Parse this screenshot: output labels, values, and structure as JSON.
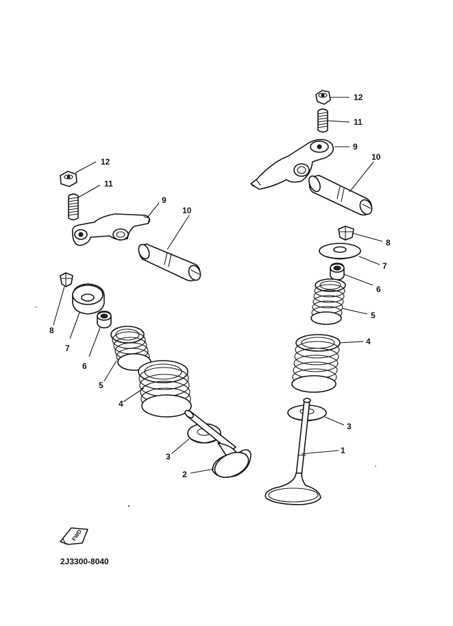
{
  "diagram": {
    "part_code": "2J3300-8040",
    "fwd_label": "FWD",
    "callouts": {
      "left": [
        "12",
        "11",
        "9",
        "10",
        "8",
        "7",
        "6",
        "5",
        "4",
        "3",
        "2"
      ],
      "right": [
        "12",
        "11",
        "9",
        "10",
        "8",
        "7",
        "6",
        "5",
        "4",
        "3",
        "1"
      ]
    },
    "parts": [
      {
        "number": "1",
        "name": "exhaust-valve"
      },
      {
        "number": "2",
        "name": "intake-valve"
      },
      {
        "number": "3",
        "name": "valve-spring-seat"
      },
      {
        "number": "4",
        "name": "outer-valve-spring"
      },
      {
        "number": "5",
        "name": "inner-valve-spring"
      },
      {
        "number": "6",
        "name": "valve-stem-seal"
      },
      {
        "number": "7",
        "name": "valve-spring-retainer"
      },
      {
        "number": "8",
        "name": "valve-cotter"
      },
      {
        "number": "9",
        "name": "rocker-arm"
      },
      {
        "number": "10",
        "name": "rocker-arm-shaft"
      },
      {
        "number": "11",
        "name": "valve-adjuster"
      },
      {
        "number": "12",
        "name": "locknut"
      }
    ]
  }
}
